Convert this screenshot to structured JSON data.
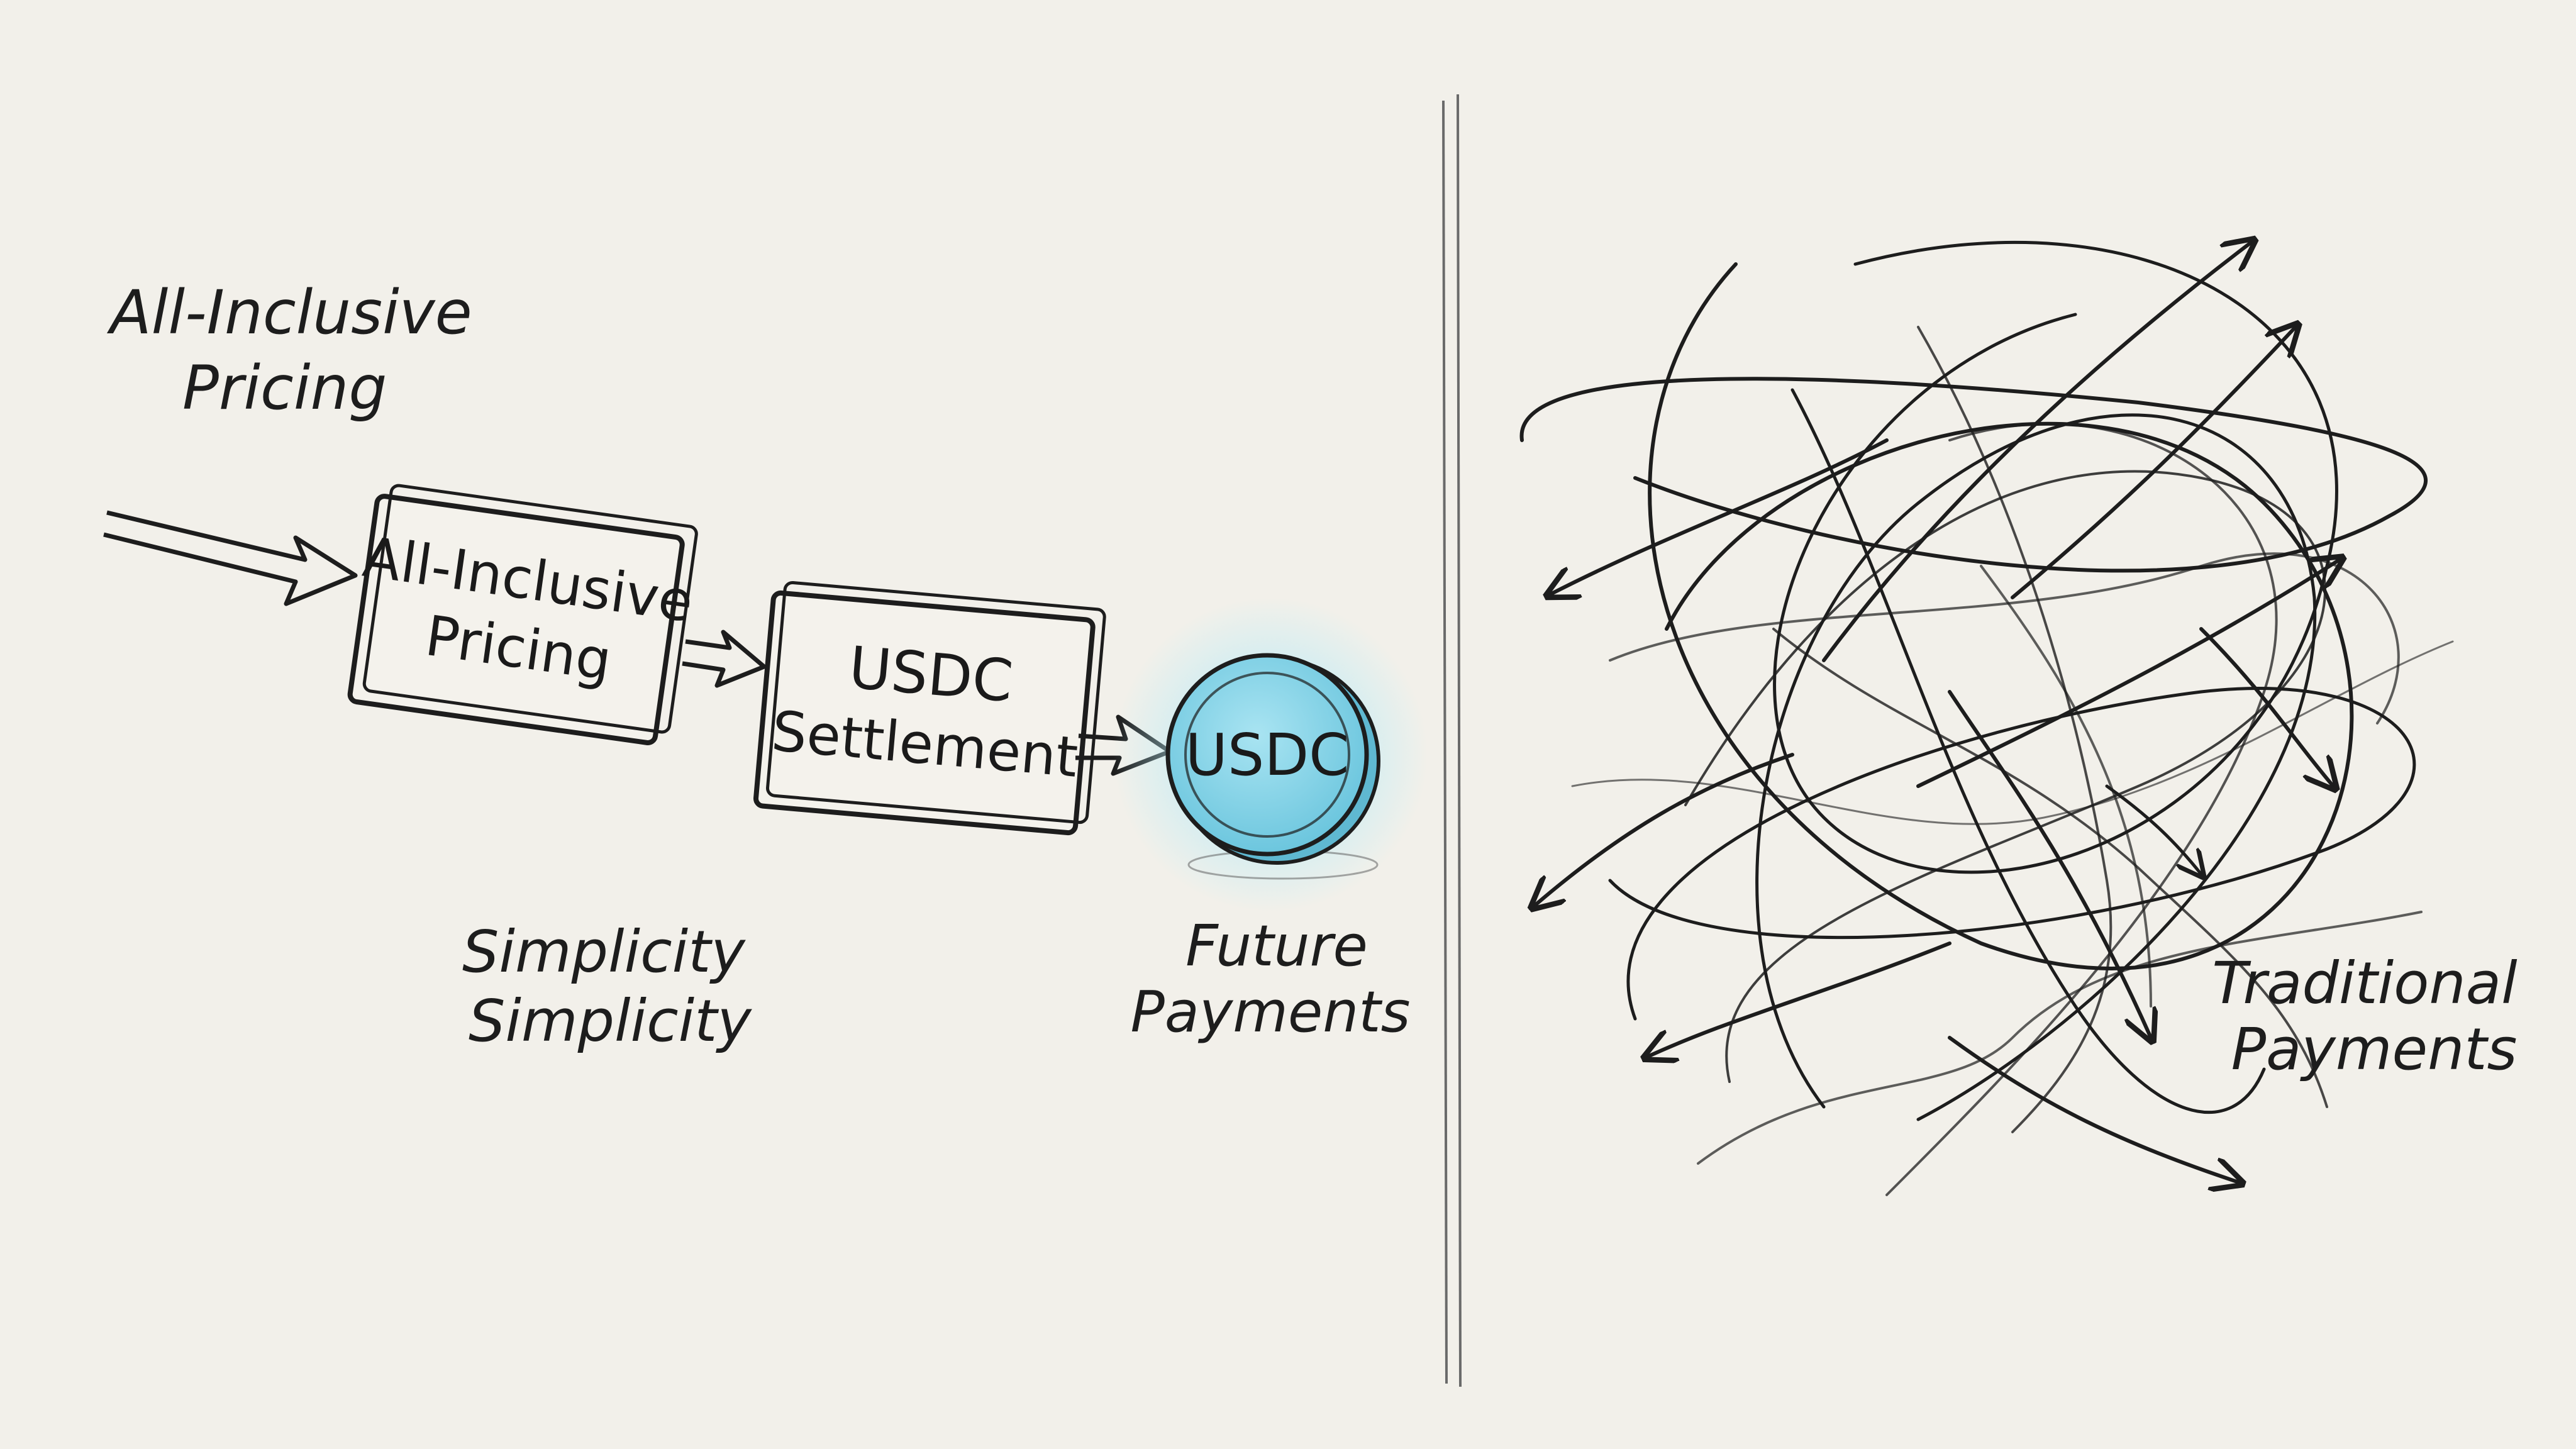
{
  "left_panel": {
    "top_label": {
      "line1": "All-Inclusive",
      "line2": "Pricing"
    },
    "box1": {
      "line1": "All-Inclusive",
      "line2": "Pricing"
    },
    "box2": {
      "line1": "USDC",
      "line2": "Settlement"
    },
    "coin": {
      "label": "USDC",
      "color": "#7fd3e8",
      "glow": "#b9ecf7"
    },
    "simplicity": {
      "line1": "Simplicity",
      "line2": "Simplicity"
    },
    "future": {
      "line1": "Future",
      "line2": "Payments"
    }
  },
  "right_panel": {
    "label": {
      "line1": "Traditional",
      "line2": "Payments"
    }
  },
  "colors": {
    "paper": "#f2f0ea",
    "ink": "#1d1d1d",
    "accent": "#7fd3e8"
  }
}
